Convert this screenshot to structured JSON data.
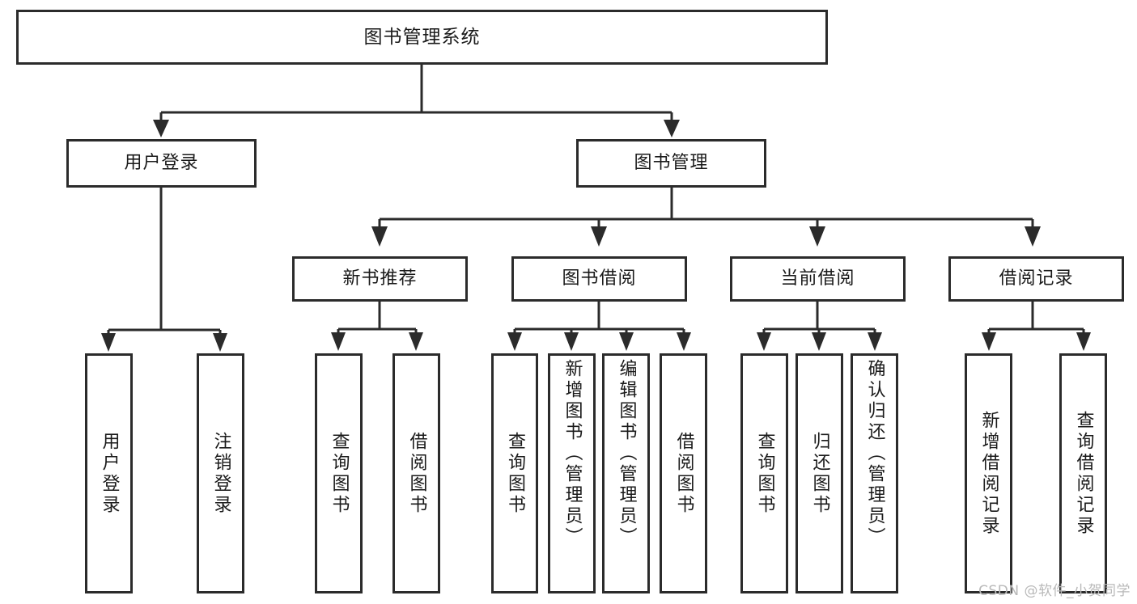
{
  "diagram": {
    "type": "tree-hierarchy-chart",
    "title": "图书管理系统",
    "colors": {
      "stroke": "#2b2b2b",
      "fill": "#ffffff",
      "text": "#1a1a1a",
      "watermark": "#b9b9b9"
    },
    "levels": {
      "root": {
        "label": "图书管理系统"
      },
      "level2": [
        {
          "label": "用户登录"
        },
        {
          "label": "图书管理"
        }
      ],
      "level3": [
        {
          "label": "新书推荐"
        },
        {
          "label": "图书借阅"
        },
        {
          "label": "当前借阅"
        },
        {
          "label": "借阅记录"
        }
      ],
      "leaves": {
        "user_login": [
          {
            "label": "用户登录"
          },
          {
            "label": "注销登录"
          }
        ],
        "new_book_recommend": [
          {
            "label": "查询图书"
          },
          {
            "label": "借阅图书"
          }
        ],
        "book_borrow": [
          {
            "label": "查询图书"
          },
          {
            "label": "新增图书（管理员）"
          },
          {
            "label": "编辑图书（管理员）"
          },
          {
            "label": "借阅图书"
          }
        ],
        "current_borrow": [
          {
            "label": "查询图书"
          },
          {
            "label": "归还图书"
          },
          {
            "label": "确认归还（管理员）"
          }
        ],
        "borrow_records": [
          {
            "label": "新增借阅记录"
          },
          {
            "label": "查询借阅记录"
          }
        ]
      }
    }
  },
  "watermark": {
    "text": "CSDN @软件_小贺同学"
  }
}
